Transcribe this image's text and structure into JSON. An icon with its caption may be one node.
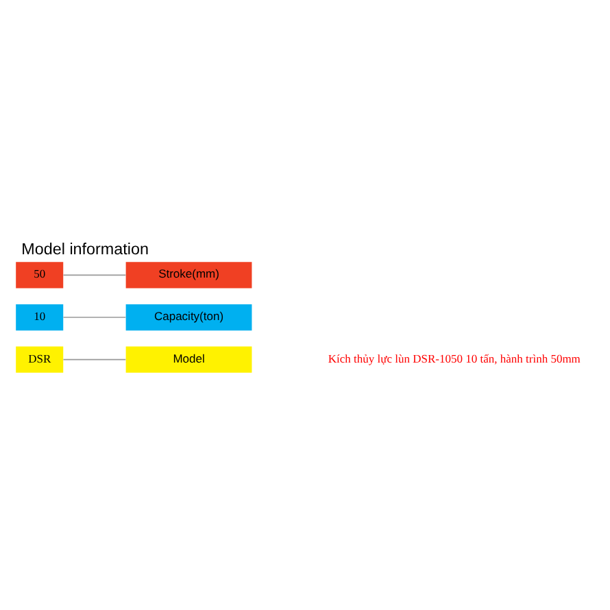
{
  "diagram": {
    "title": "Model information",
    "caption": "Kích thủy lực lùn DSR-1050 10 tấn, hành trình 50mm",
    "nodes": [
      {
        "text": [
          "DSR"
        ]
      },
      {
        "text": [
          "10"
        ]
      },
      {
        "text": [
          "50"
        ]
      },
      {
        "text": [
          "Stroke(mm)"
        ]
      },
      {
        "text": [
          "Capacity(ton)"
        ]
      },
      {
        "text": [
          "Model"
        ]
      }
    ],
    "edges": [
      {
        "from": 2,
        "to": 3,
        "arrow": "none"
      },
      {
        "from": 1,
        "to": 4,
        "arrow": "none"
      },
      {
        "from": 0,
        "to": 5,
        "arrow": "none"
      }
    ]
  }
}
